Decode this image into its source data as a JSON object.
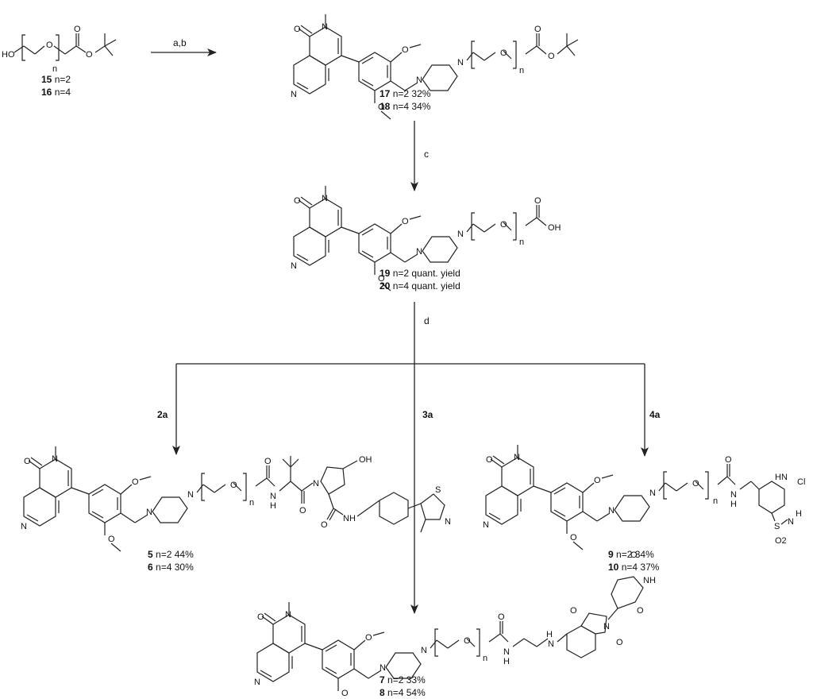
{
  "atoms": {
    "O": "O",
    "N": "N",
    "H": "H",
    "S": "S",
    "Cl": "Cl",
    "HO": "HO",
    "OH": "OH",
    "n": "n",
    "NH": "NH",
    "HN": "HN",
    "O2": "O2"
  },
  "start": {
    "cmpd_a": "15",
    "cond_a": "n=2",
    "cmpd_b": "16",
    "cond_b": "n=4"
  },
  "steps": {
    "ab": "a,b",
    "c": "c",
    "d": "d",
    "branch_left": "2a",
    "branch_mid": "3a",
    "branch_right": "4a"
  },
  "labels": {
    "c17": "17",
    "c17_t": "n=2 32%",
    "c18": "18",
    "c18_t": "n=4 34%",
    "c19": "19",
    "c19_t": "n=2 quant. yield",
    "c20": "20",
    "c20_t": "n=4 quant. yield",
    "c5": "5",
    "c5_t": "n=2 44%",
    "c6": "6",
    "c6_t": "n=4 30%",
    "c9": "9",
    "c9_t": "n=2 34%",
    "c10": "10",
    "c10_t": "n=4 37%",
    "c7": "7",
    "c7_t": "n=2 33%",
    "c8": "8",
    "c8_t": "n=4 54%"
  }
}
